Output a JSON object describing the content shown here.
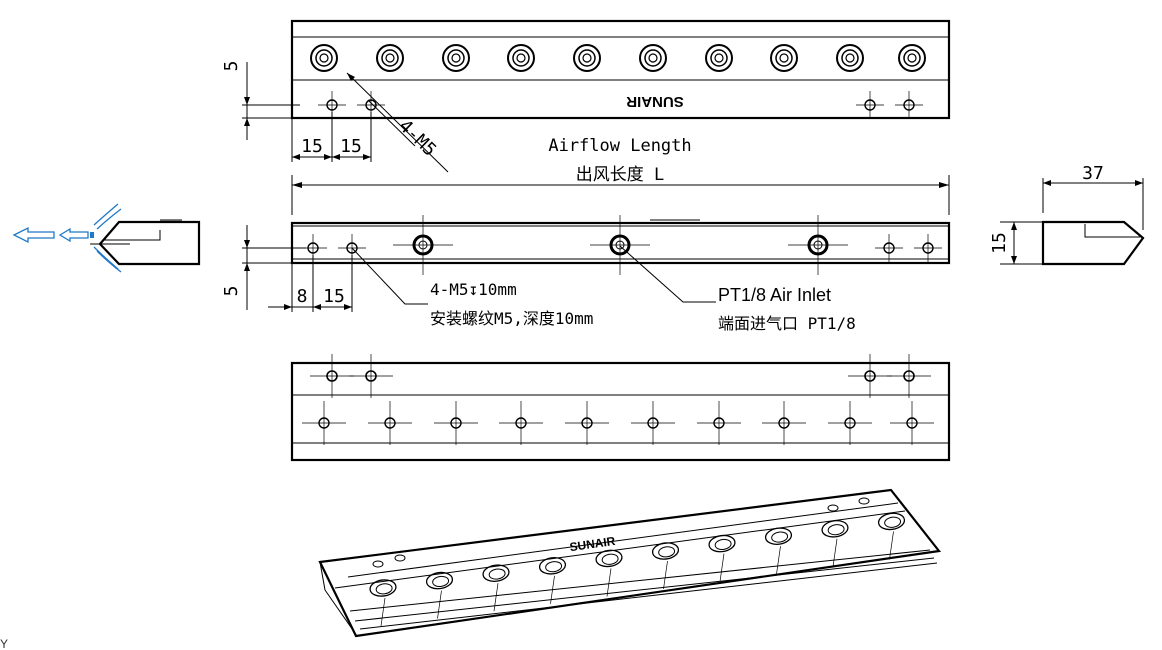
{
  "dimensions": {
    "top_dim_5": "5",
    "dim_15_a": "15",
    "dim_15_b": "15",
    "callout_4m5": "4-M5",
    "airflow_label_en": "Airflow Length",
    "airflow_label_cn": "出风长度 L",
    "side_dim_37": "37",
    "side_dim_15": "15",
    "front_dim_5": "5",
    "front_dim_8": "8",
    "front_dim_15": "15"
  },
  "annotations": {
    "mount_en": "4-M5↧10mm",
    "mount_cn": "安装螺纹M5,深度10mm",
    "inlet_en": "PT1/8 Air Inlet",
    "inlet_cn": "端面进气口 PT1/8"
  },
  "logo": {
    "brand": "SUNAIR"
  },
  "corner_mark": "Y",
  "colors": {
    "line": "#000000",
    "airflow_arrow": "#1f78c8",
    "background": "#ffffff"
  }
}
